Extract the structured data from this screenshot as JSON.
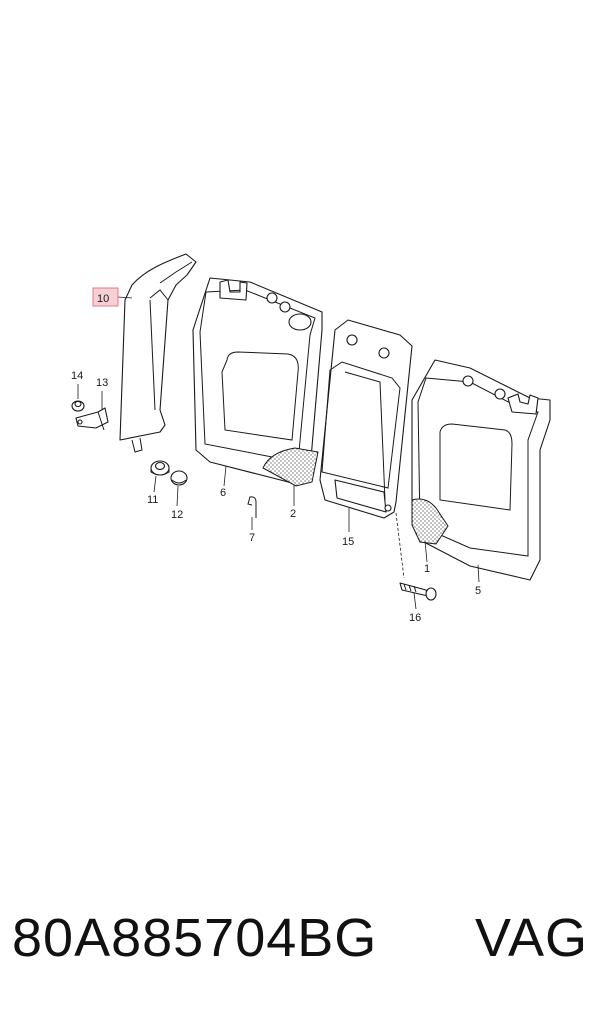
{
  "callouts": {
    "c1": "1",
    "c2": "2",
    "c5": "5",
    "c6": "6",
    "c7": "7",
    "c10": "10",
    "c11": "11",
    "c12": "12",
    "c13": "13",
    "c14": "14",
    "c15": "15",
    "c16": "16"
  },
  "highlighted_callout": "10",
  "highlight_color": "#f6d0d4",
  "footer": {
    "part_number": "80A885704BG",
    "brand": "VAG"
  }
}
